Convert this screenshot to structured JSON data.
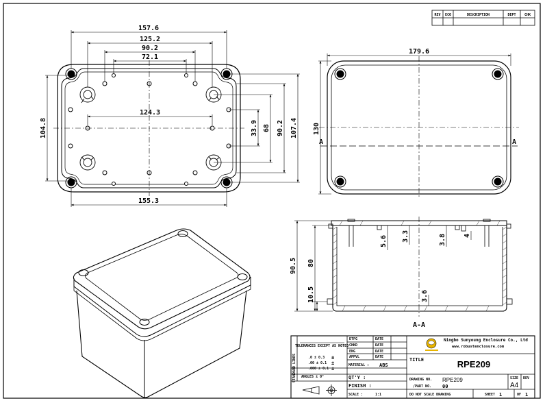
{
  "revision_table": {
    "headers": [
      "REV",
      "ECO",
      "DESCRIPTION",
      "DEPT",
      "CHK"
    ]
  },
  "top_view": {
    "dims": {
      "w_outer": "157.6",
      "w_1252": "125.2",
      "w_902": "90.2",
      "w_721": "72.1",
      "w_1243": "124.3",
      "w_1553": "155.3",
      "h_1048": "104.8",
      "h_339": "33.9",
      "h_68": "68",
      "h_902": "90.2",
      "h_1074": "107.4"
    }
  },
  "lid_view": {
    "dims": {
      "w_1796": "179.6",
      "h_130": "130"
    },
    "section_marks": [
      "A",
      "A"
    ]
  },
  "section_view": {
    "dims": {
      "d_56": "5.6",
      "d_33": "3.3",
      "d_38": "3.8",
      "d_4": "4",
      "d_36": "3.6",
      "h_905": "90.5",
      "h_80": "80",
      "h_105": "10.5"
    },
    "label": "A-A"
  },
  "title_block": {
    "company": "Ningbo Sunyoung Enclosure Co., Ltd",
    "website": "www.robustenclosure.com",
    "tolerance_header": "TOLERANCES EXCEPT AS NOTED",
    "tolerance_rows": [
      ".0 ± 0.3",
      ".00 ± 0.1",
      ".000 ± 0.1"
    ],
    "angles": "ANGLES ± 0°",
    "tolerance_side": "STANDARD LINES",
    "sign_rows": [
      "DTFG",
      "CHKD",
      "ENG",
      "APPVL"
    ],
    "date_label": "DATE",
    "material_label": "MATERIAL :",
    "material_value": "ABS",
    "qty_label": "QT'Y :",
    "finish_label": "FINISH :",
    "scale_label": "SCALE :",
    "scale_value": "1:1",
    "title_label": "TITLE",
    "title_value": "RPE209",
    "drawing_no_label": "DRAWING NO.",
    "drawing_no_value": "RPE209",
    "part_no_label": "/PART NO.",
    "part_no_value": "00",
    "size_label": "SIZE",
    "size_value": "A4",
    "rev_label": "REV",
    "note": "DO NOT SCALE DRAWING",
    "sheet_label": "SHEET",
    "sheet_value": "1",
    "of_label": "OF",
    "of_value": "1"
  }
}
